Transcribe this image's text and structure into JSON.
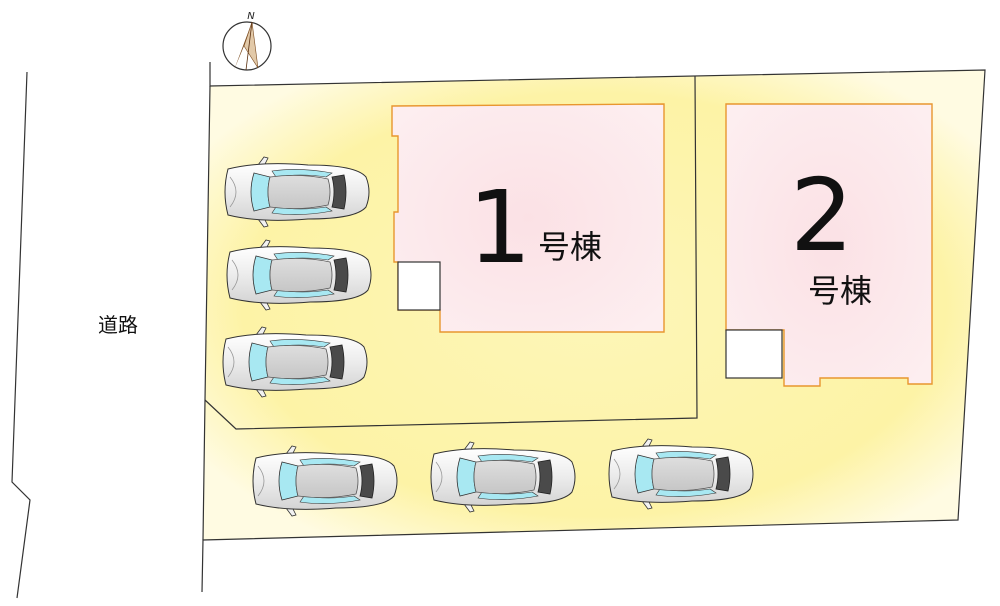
{
  "compass": {
    "label": "N",
    "icon": "north-arrow-icon"
  },
  "road": {
    "label": "道路"
  },
  "buildings": [
    {
      "number": "1",
      "suffix": "号棟"
    },
    {
      "number": "2",
      "suffix": "号棟"
    }
  ],
  "parking": {
    "count": 6,
    "icon": "car-icon"
  },
  "colors": {
    "lot_fill": "#fdf6b4",
    "lot_fill_light": "#fefbe0",
    "building_fill": "#fbe3e6",
    "building_outline": "#e8962f",
    "car_windshield": "#a8e8f2"
  }
}
